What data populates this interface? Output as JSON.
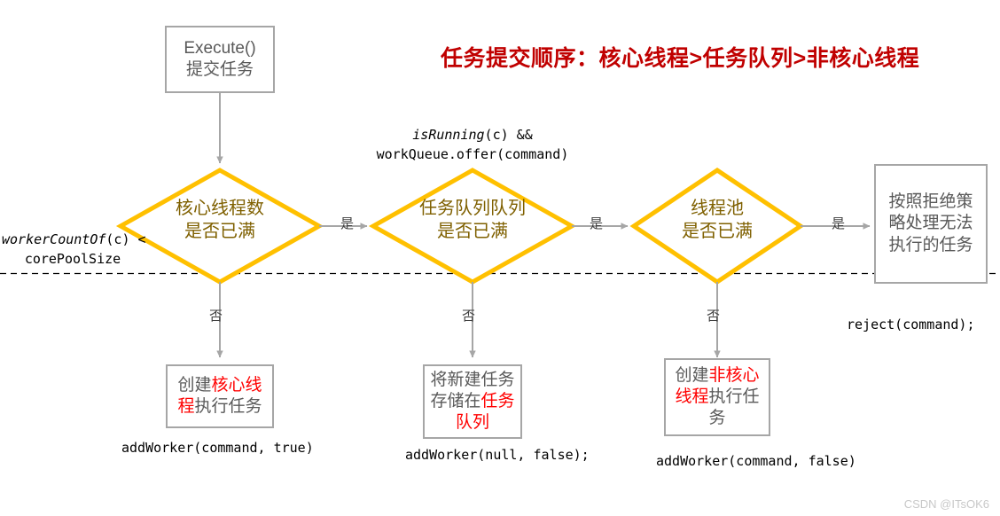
{
  "title": "任务提交顺序：核心线程>任务队列>非核心线程",
  "colors": {
    "title": "#C00000",
    "diamond_stroke": "#FFC000",
    "diamond_text": "#7F6000",
    "box_stroke": "#A6A6A6",
    "box_text": "#595959",
    "highlight": "#FF0000",
    "arrow": "#A6A6A6",
    "divider": "#000000",
    "watermark": "#C8C8C8"
  },
  "nodes": {
    "start": {
      "line1": "Execute()",
      "line2": "提交任务"
    },
    "decision_core": {
      "line1": "核心线程数",
      "line2": "是否已满"
    },
    "decision_queue": {
      "line1": "任务队列队列",
      "line2": "是否已满"
    },
    "decision_pool": {
      "line1": "线程池",
      "line2": "是否已满"
    },
    "reject_box": {
      "line1": "按照拒绝策",
      "line2": "略处理无法",
      "line3": "执行的任务"
    },
    "create_core_box": {
      "pre": "创建",
      "highlight": "核心线",
      "highlight2": "程",
      "post": "执行任务"
    },
    "store_queue_box": {
      "pre": "将新建任务",
      "pre2": "存储在",
      "highlight": "任务",
      "highlight2": "队列"
    },
    "create_noncore_box": {
      "pre": "创建",
      "highlight": "非核心",
      "highlight2": "线程",
      "post": "执行任",
      "post2": "务"
    }
  },
  "annotations": {
    "core_condition_line1": "workerCountOf(c) <",
    "core_condition_line1_italic": "workerCountOf",
    "core_condition_line1_rest": "(c) <",
    "core_condition_line2": "corePoolSize",
    "queue_condition_line1_italic": "isRunning",
    "queue_condition_line1_rest": "(c) &&",
    "queue_condition_line2": "workQueue.offer(command)",
    "reject_call": "reject(command);",
    "add_worker_core": "addWorker(command, true)",
    "add_worker_queue": "addWorker(null, false);",
    "add_worker_noncore": "addWorker(command, false)"
  },
  "edges": {
    "yes": "是",
    "no": "否",
    "yes_core_to_queue": "是",
    "yes_queue_to_pool": "是",
    "yes_pool_to_reject": "是",
    "no_core": "否",
    "no_queue": "否",
    "no_pool": "否"
  },
  "watermark": "CSDN @ITsOK6"
}
